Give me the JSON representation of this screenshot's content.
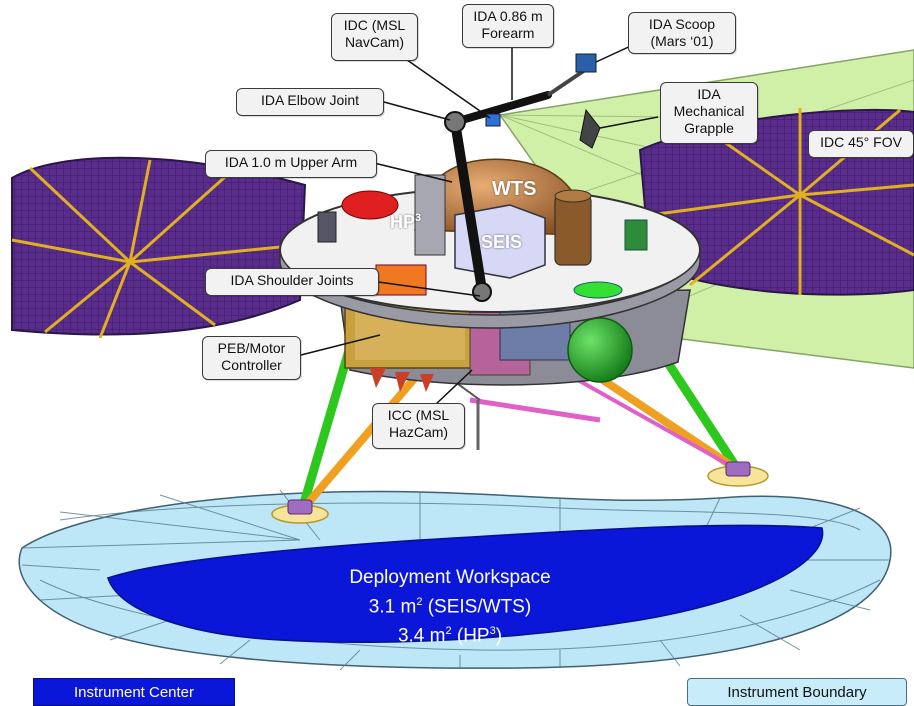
{
  "callouts": {
    "idc_msl_navcam": "IDC (MSL\nNavCam)",
    "ida_forearm": "IDA 0.86 m\nForearm",
    "ida_scoop": "IDA Scoop\n(Mars ‘01)",
    "ida_elbow_joint": "IDA Elbow Joint",
    "ida_mechanical_grapple": "IDA\nMechanical\nGrapple",
    "idc_fov": "IDC 45° FOV",
    "ida_upper_arm": "IDA 1.0 m Upper Arm",
    "ida_shoulder_joints": "IDA Shoulder Joints",
    "peb_motor_controller": "PEB/Motor\nController",
    "icc_msl_hazcam": "ICC (MSL\nHazCam)"
  },
  "instrument_labels": {
    "wts": "WTS",
    "hp3": "HP",
    "hp3_sup": "3",
    "seis": "SEIS"
  },
  "workspace": {
    "title": "Deployment Workspace",
    "area_seis_wts_value": "3.1 m",
    "area_seis_wts_sup": "2",
    "area_seis_wts_suffix": " (SEIS/WTS)",
    "area_hp3_value": "3.4 m",
    "area_hp3_sup": "2",
    "area_hp3_mid": " (HP",
    "area_hp3_sup2": "3",
    "area_hp3_suffix": ")"
  },
  "legend": {
    "instrument_center": "Instrument Center",
    "instrument_boundary": "Instrument Boundary"
  },
  "colors": {
    "solar_panel": "#5a2d8c",
    "fov_fill": "#cdeea0",
    "workspace_boundary": "#bde6f7",
    "workspace_center": "#0a17d8",
    "leg_green": "#2dc81e",
    "leg_orange": "#f0a020",
    "wts_dome": "#c8864a"
  }
}
